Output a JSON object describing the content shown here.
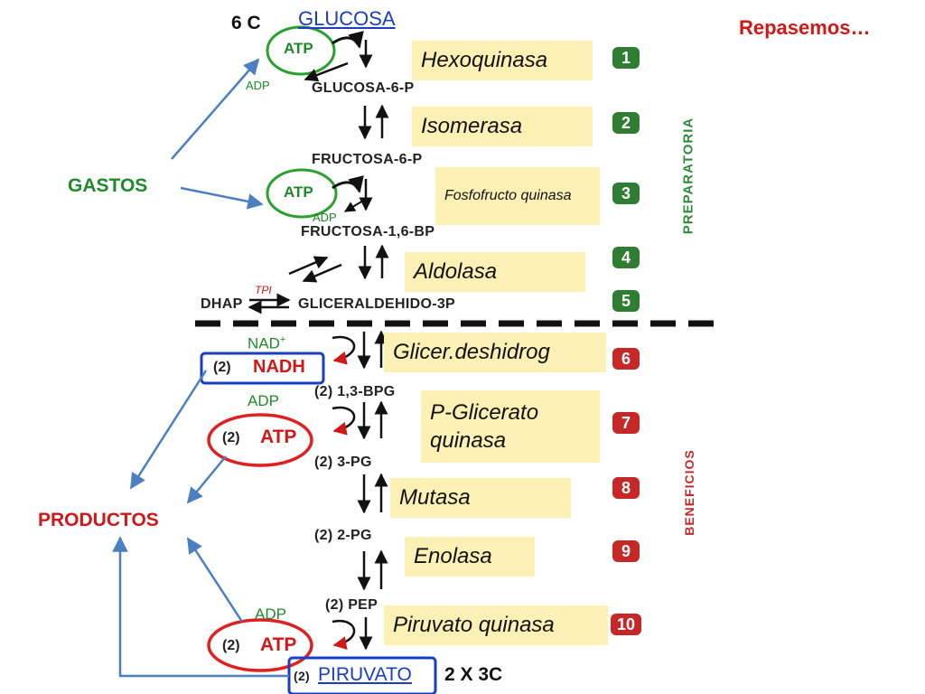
{
  "header": {
    "title": "Repasemos…",
    "carbons": "6 C"
  },
  "metabolites": {
    "glucosa": "GLUCOSA",
    "glucosa6p": "GLUCOSA-6-P",
    "fructosa6p": "FRUCTOSA-6-P",
    "fructosa16bp": "FRUCTOSA-1,6-BP",
    "dhap": "DHAP",
    "tpi": "TPI",
    "gliceraldehido": "GLICERALDEHIDO-3P",
    "bpg": "(2)  1,3-BPG",
    "pg3": "(2)  3-PG",
    "pg2": "(2)  2-PG",
    "pep": "(2)  PEP",
    "piruvato_prefix": "(2)",
    "piruvato": "PIRUVATO",
    "final": "2 X 3C"
  },
  "enzymes": [
    {
      "number": "1",
      "name": "Hexoquinasa"
    },
    {
      "number": "2",
      "name": "Isomerasa"
    },
    {
      "number": "3",
      "name": "Fosfofructo quinasa"
    },
    {
      "number": "4",
      "name": "Aldolasa"
    },
    {
      "number": "5",
      "name": ""
    },
    {
      "number": "6",
      "name": "Glicer.deshidrog"
    },
    {
      "number": "7",
      "name": "P-Glicerato quinasa"
    },
    {
      "number": "8",
      "name": "Mutasa"
    },
    {
      "number": "9",
      "name": "Enolasa"
    },
    {
      "number": "10",
      "name": "Piruvato quinasa"
    }
  ],
  "cofactors": {
    "atp": "ATP",
    "adp": "ADP",
    "nad": "NAD",
    "nad_sup": "+",
    "prefix": "(2)",
    "nadh": "NADH"
  },
  "phases": {
    "preparatoria": "PREPARATORIA",
    "beneficios": "BENEFICIOS"
  },
  "side_labels": {
    "gastos": "GASTOS",
    "productos": "PRODUCTOS"
  },
  "colors": {
    "green": "#1e8a2a",
    "red": "#d01818",
    "blue": "#1a3ec2",
    "arrow_blue": "#4a7fc1",
    "box": "#fdf0b4"
  }
}
